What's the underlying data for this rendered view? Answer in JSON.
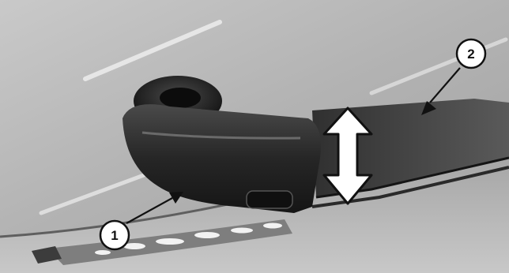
{
  "figure": {
    "callouts": [
      {
        "id": "1",
        "label": "1"
      },
      {
        "id": "2",
        "label": "2"
      }
    ]
  },
  "colors": {
    "background": "#ffffff",
    "glass": "#b8b8b8",
    "wiper_dark": "#2a2a2a",
    "arrow_fill": "#ffffff",
    "outline": "#111111"
  },
  "icons": {
    "adjust_arrow": "double-headed-vertical-arrow-icon"
  }
}
